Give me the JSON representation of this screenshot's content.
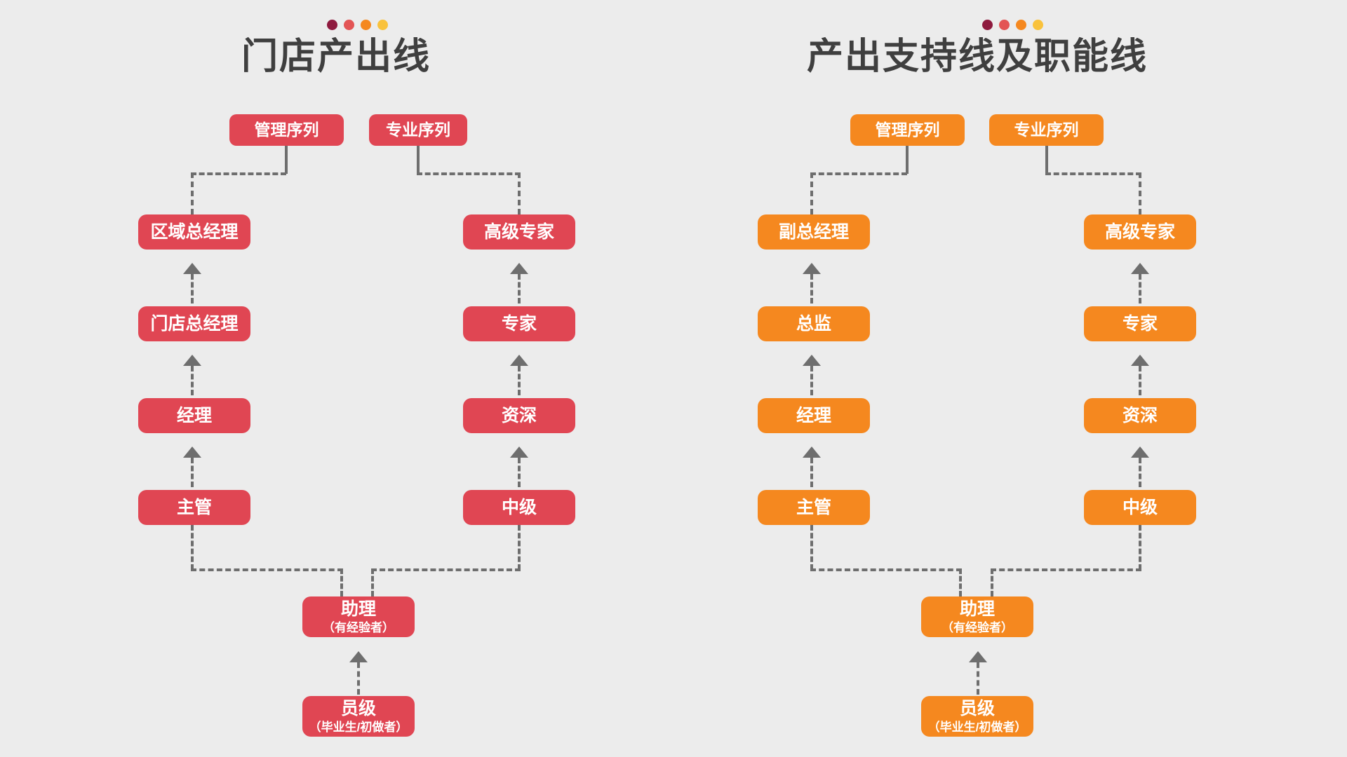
{
  "page": {
    "background_color": "#ECECEC",
    "title_color": "#3F3F3F",
    "connector_color": "#6E6E6E"
  },
  "dot_colors": [
    "#8E1A3E",
    "#E35454",
    "#F5881F",
    "#F9C23C"
  ],
  "panels": [
    {
      "id": "store-output-line",
      "title": "门店产出线",
      "accent_color": "#E04653",
      "sequences": [
        {
          "id": "management",
          "label": "管理序列"
        },
        {
          "id": "professional",
          "label": "专业序列"
        }
      ],
      "management_track": [
        {
          "label": "区域总经理"
        },
        {
          "label": "门店总经理"
        },
        {
          "label": "经理"
        },
        {
          "label": "主管"
        }
      ],
      "professional_track": [
        {
          "label": "高级专家"
        },
        {
          "label": "专家"
        },
        {
          "label": "资深"
        },
        {
          "label": "中级"
        }
      ],
      "common_track": [
        {
          "label": "助理",
          "sub": "（有经验者）"
        },
        {
          "label": "员级",
          "sub": "（毕业生/初做者）"
        }
      ]
    },
    {
      "id": "support-and-function-line",
      "title": "产出支持线及职能线",
      "accent_color": "#F5881F",
      "sequences": [
        {
          "id": "management",
          "label": "管理序列"
        },
        {
          "id": "professional",
          "label": "专业序列"
        }
      ],
      "management_track": [
        {
          "label": "副总经理"
        },
        {
          "label": "总监"
        },
        {
          "label": "经理"
        },
        {
          "label": "主管"
        }
      ],
      "professional_track": [
        {
          "label": "高级专家"
        },
        {
          "label": "专家"
        },
        {
          "label": "资深"
        },
        {
          "label": "中级"
        }
      ],
      "common_track": [
        {
          "label": "助理",
          "sub": "（有经验者）"
        },
        {
          "label": "员级",
          "sub": "（毕业生/初做者）"
        }
      ]
    }
  ]
}
